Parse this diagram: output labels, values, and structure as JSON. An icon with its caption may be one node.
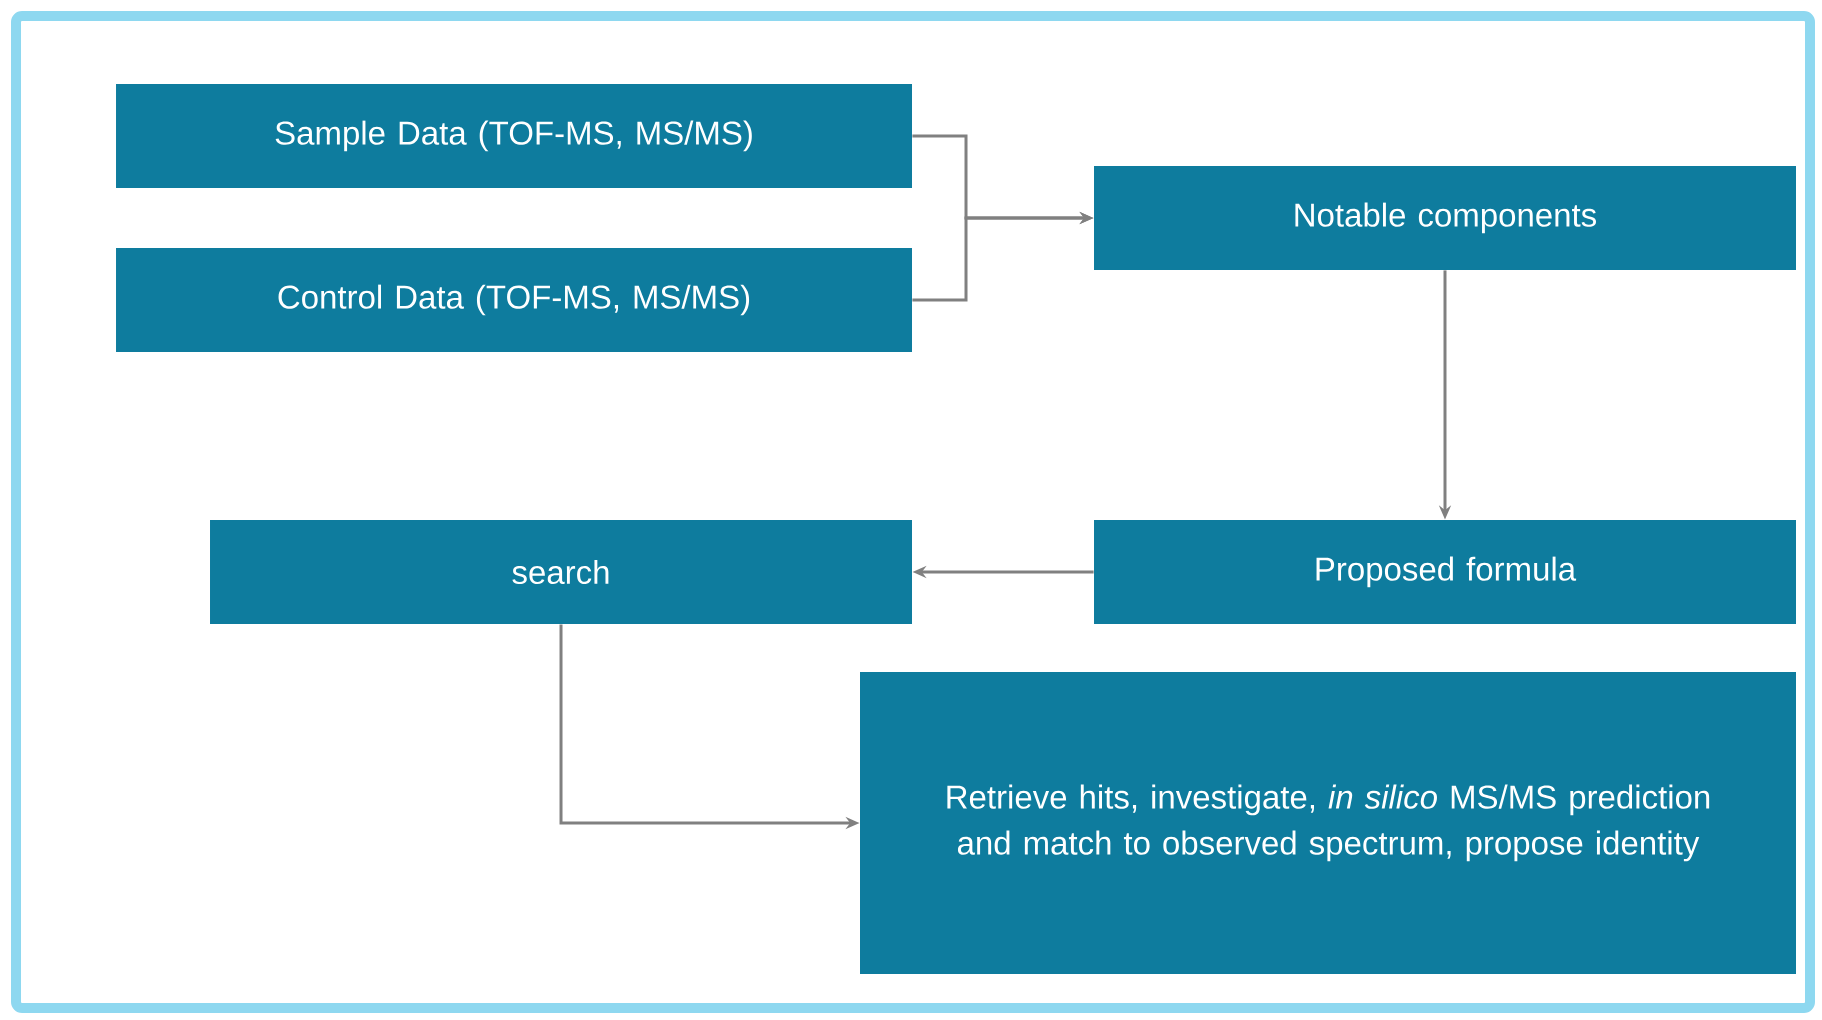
{
  "diagram": {
    "nodes": [
      {
        "text": [
          "Sample Data (TOF-MS, MS/MS)"
        ]
      },
      {
        "text": [
          "Control Data (TOF-MS, MS/MS)"
        ]
      },
      {
        "text": [
          "Notable components"
        ]
      },
      {
        "text": [
          "Proposed formula"
        ]
      },
      {
        "text": [
          "search"
        ]
      },
      {
        "text": [
          "Retrieve hits, investigate, *in silico* MS/MS prediction and match to observed spectrum, propose identity"
        ]
      }
    ],
    "edges": [
      {
        "from": 0,
        "to": 2,
        "arrow": "to"
      },
      {
        "from": 1,
        "to": 2,
        "arrow": "to"
      },
      {
        "from": 2,
        "to": 3,
        "arrow": "to"
      },
      {
        "from": 3,
        "to": 4,
        "arrow": "to"
      },
      {
        "from": 4,
        "to": 5,
        "arrow": "to"
      }
    ]
  }
}
